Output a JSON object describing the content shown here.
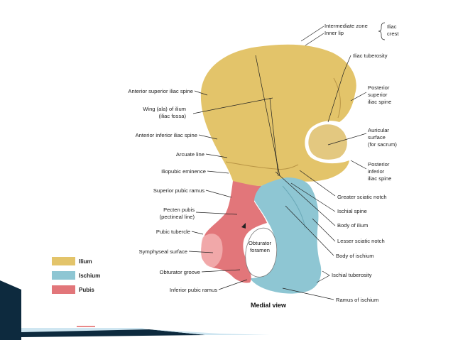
{
  "colors": {
    "ilium": "#e3c46a",
    "ischium": "#8ec6d3",
    "pubis": "#e2767a",
    "ribbon_dark": "#0d2a3e",
    "ribbon_light": "#cfe6f1"
  },
  "legend": [
    {
      "label": "Ilium",
      "color": "#e3c46a"
    },
    {
      "label": "Ischium",
      "color": "#8ec6d3"
    },
    {
      "label": "Pubis",
      "color": "#e2767a"
    }
  ],
  "labels": {
    "intermediate_zone": "Intermediate zone",
    "inner_lip": "Inner lip",
    "iliac_crest_1": "Iliac",
    "iliac_crest_2": "crest",
    "iliac_tuberosity": "Iliac tuberosity",
    "psis_1": "Posterior",
    "psis_2": "superior",
    "psis_3": "iliac spine",
    "auricular_1": "Auricular",
    "auricular_2": "surface",
    "auricular_3": "(for sacrum)",
    "piis_1": "Posterior",
    "piis_2": "inferior",
    "piis_3": "iliac spine",
    "greater_sciatic_notch": "Greater sciatic notch",
    "ischial_spine": "Ischial spine",
    "body_of_ilium": "Body of ilium",
    "lesser_sciatic_notch": "Lesser sciatic notch",
    "body_of_ischium": "Body of ischium",
    "ischial_tuberosity": "Ischial tuberosity",
    "ramus_of_ischium": "Ramus of ischium",
    "asis": "Anterior superior iliac spine",
    "wing_1": "Wing (ala) of ilium",
    "wing_2": "(iliac fossa)",
    "aiis": "Anterior inferior iliac spine",
    "arcuate_line": "Arcuate line",
    "iliopubic_eminence": "Iliopubic eminence",
    "superior_pubic_ramus": "Superior pubic ramus",
    "pecten_1": "Pecten pubis",
    "pecten_2": "(pectineal line)",
    "pubic_tubercle": "Pubic tubercle",
    "symphyseal_surface": "Symphyseal surface",
    "obturator_groove": "Obturator groove",
    "inferior_pubic_ramus": "Inferior pubic ramus",
    "obturator_1": "Obturator",
    "obturator_2": "foramen",
    "medial_view": "Medial view"
  }
}
